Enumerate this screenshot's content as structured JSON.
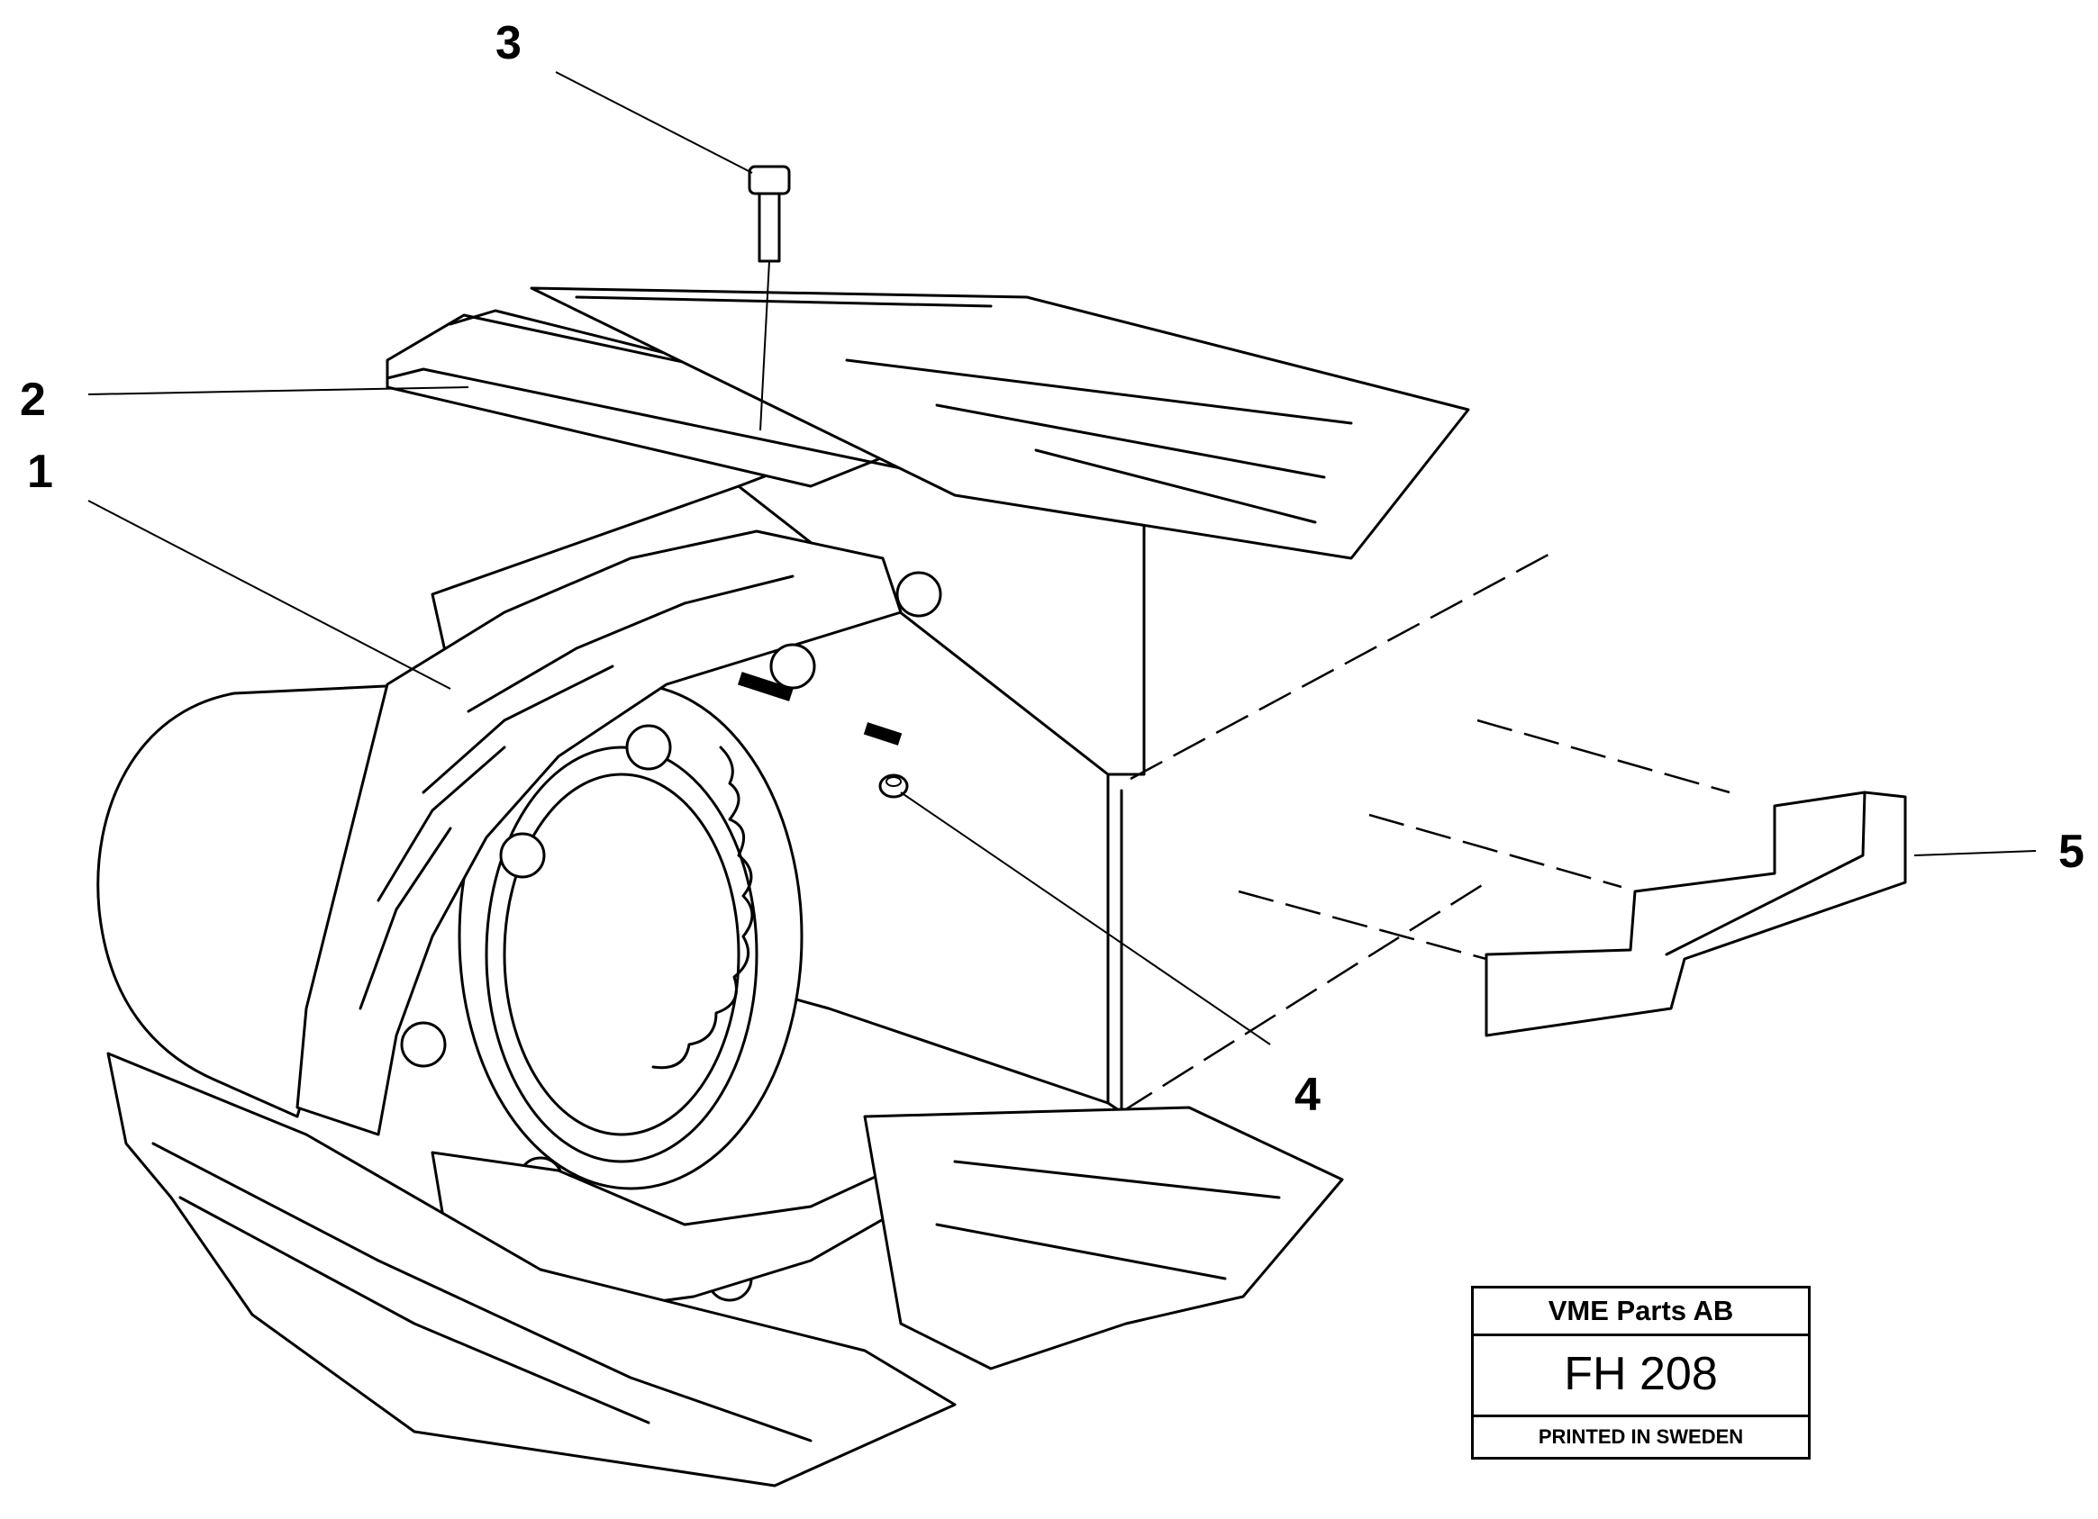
{
  "callouts": {
    "c1": "1",
    "c2": "2",
    "c3": "3",
    "c4": "4",
    "c5": "5"
  },
  "title_block": {
    "company": "VME Parts AB",
    "drawing_code": "FH 208",
    "printed": "PRINTED IN SWEDEN"
  }
}
